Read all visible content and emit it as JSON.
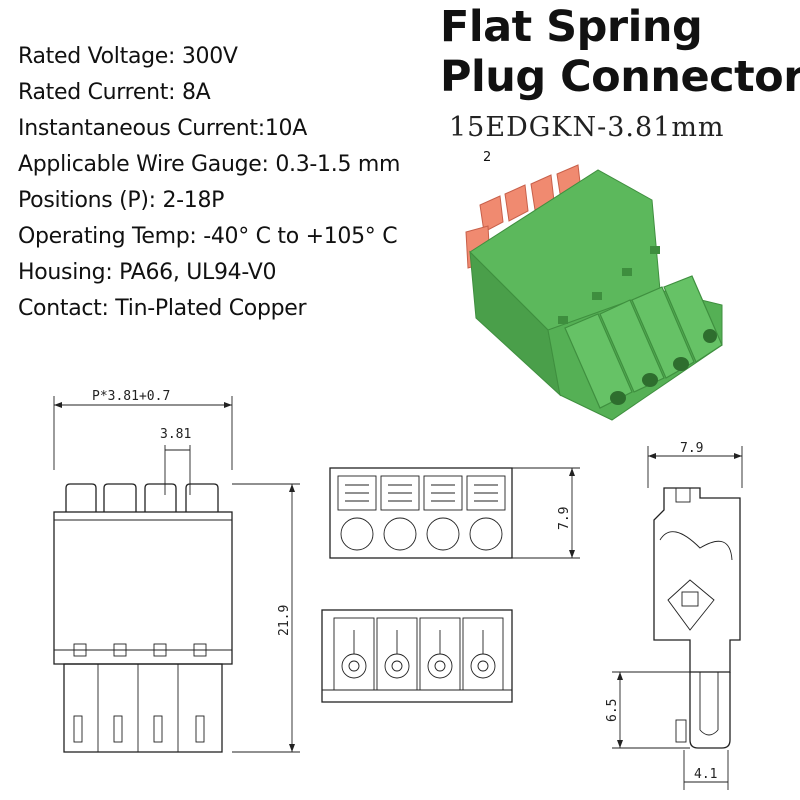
{
  "title": {
    "line1": "Flat Spring",
    "line2": "Plug Connector",
    "model": "15EDGKN-3.81mm"
  },
  "specs": [
    "Rated Voltage: 300V",
    "Rated Current: 8A",
    "Instantaneous Current:10A",
    "Applicable Wire Gauge: 0.3-1.5 mm",
    "Positions (P): 2-18P",
    "Operating Temp: -40° C to +105° C",
    "Housing: PA66, UL94-V0",
    "Contact:  Tin-Plated Copper"
  ],
  "wire_gauge_superscript": "2",
  "colors": {
    "housing_green": "#5cb85c",
    "housing_green_dark": "#3f8f3f",
    "spring_orange": "#f08a70"
  },
  "dimensions": {
    "pitch_total": "P*3.81+0.7",
    "pitch": "3.81",
    "height_front": "21.9",
    "depth_top": "7.9",
    "width_side": "7.9",
    "pin_height": "6.5",
    "pin_depth": "4.1"
  },
  "icons": [
    "connector-photo",
    "front-view-drawing",
    "top-view-drawing",
    "bottom-view-drawing",
    "side-section-drawing"
  ]
}
